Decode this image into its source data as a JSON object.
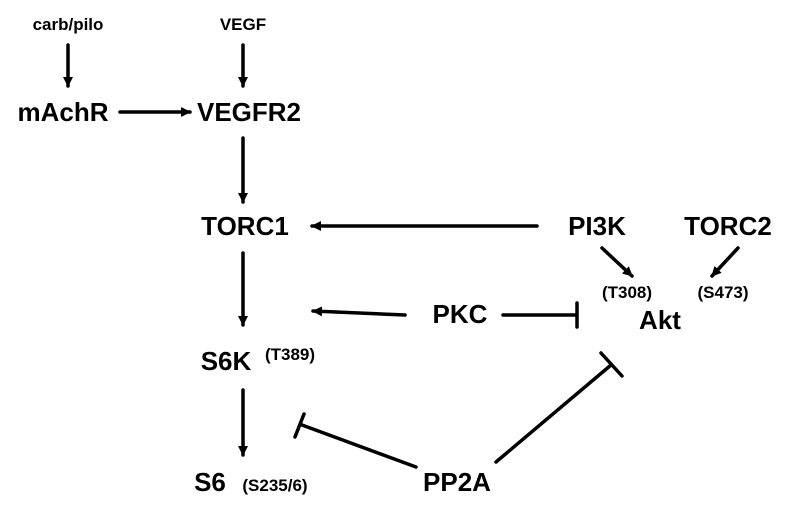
{
  "diagram": {
    "nodes": {
      "carb_pilo": "carb/pilo",
      "vegf": "VEGF",
      "machr": "mAchR",
      "vegfr2": "VEGFR2",
      "torc1": "TORC1",
      "pi3k": "PI3K",
      "torc2": "TORC2",
      "pkc": "PKC",
      "akt": "Akt",
      "s6k": "S6K",
      "s6": "S6",
      "pp2a": "PP2A"
    },
    "sites": {
      "akt_t308": "(T308)",
      "akt_s473": "(S473)",
      "s6k_t389": "(T389)",
      "s6_s235": "(S235/6)"
    },
    "edges": [
      {
        "from": "carb/pilo",
        "to": "mAchR",
        "type": "activation"
      },
      {
        "from": "VEGF",
        "to": "VEGFR2",
        "type": "activation"
      },
      {
        "from": "mAchR",
        "to": "VEGFR2",
        "type": "activation"
      },
      {
        "from": "VEGFR2",
        "to": "TORC1",
        "type": "activation"
      },
      {
        "from": "PI3K",
        "to": "TORC1",
        "type": "activation"
      },
      {
        "from": "PI3K",
        "to": "Akt (T308)",
        "type": "activation"
      },
      {
        "from": "TORC2",
        "to": "Akt (S473)",
        "type": "activation"
      },
      {
        "from": "TORC1",
        "to": "S6K",
        "type": "activation"
      },
      {
        "from": "PKC",
        "to": "S6K",
        "type": "activation"
      },
      {
        "from": "PKC",
        "to": "Akt",
        "type": "inhibition"
      },
      {
        "from": "S6K",
        "to": "S6",
        "type": "activation"
      },
      {
        "from": "PP2A",
        "to": "S6K",
        "type": "inhibition"
      },
      {
        "from": "PP2A",
        "to": "Akt",
        "type": "inhibition"
      }
    ]
  }
}
